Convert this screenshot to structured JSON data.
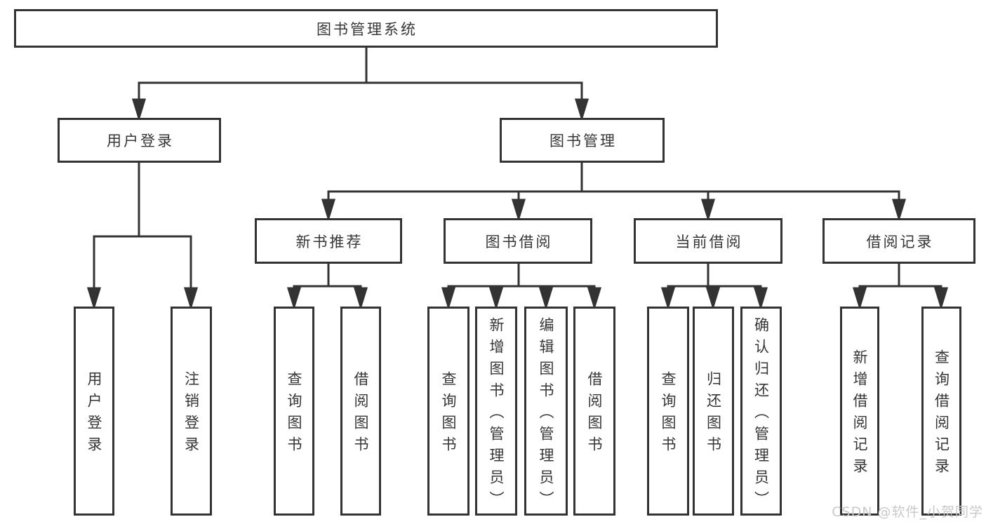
{
  "diagram": {
    "root": {
      "label": "图书管理系统"
    },
    "level2": {
      "user_login": {
        "label": "用户登录"
      },
      "book_management": {
        "label": "图书管理"
      }
    },
    "level3": {
      "new_book_recommend": {
        "label": "新书推荐"
      },
      "book_borrowing": {
        "label": "图书借阅"
      },
      "current_borrowing": {
        "label": "当前借阅"
      },
      "borrowing_records": {
        "label": "借阅记录"
      }
    },
    "leaves": {
      "user_login": "用户登录",
      "logout": "注销登录",
      "nb_query_books": "查询图书",
      "nb_borrow_books": "借阅图书",
      "bb_query_books": "查询图书",
      "bb_add_books_admin": "新增图书（管理员）",
      "bb_edit_books_admin": "编辑图书（管理员）",
      "bb_borrow_books": "借阅图书",
      "cb_query_books": "查询图书",
      "cb_return_books": "归还图书",
      "cb_confirm_return_admin": "确认归还（管理员）",
      "br_add_record": "新增借阅记录",
      "br_query_record": "查询借阅记录"
    },
    "colors": {
      "line": "#333333",
      "text": "#363636",
      "background": "#ffffff"
    }
  },
  "watermark": {
    "text": "CSDN @软件_小贺同学",
    "color": "#c9c9c9"
  }
}
